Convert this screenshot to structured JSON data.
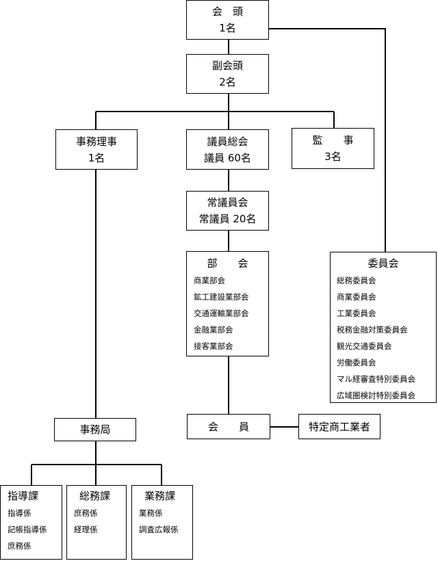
{
  "president": {
    "title": "会　頭",
    "count": "1名"
  },
  "vice_president": {
    "title": "副会頭",
    "count": "2名"
  },
  "managing_director": {
    "title": "事務理事",
    "count": "1名"
  },
  "general_assembly": {
    "title": "議員総会",
    "count": "議員 60名"
  },
  "auditor": {
    "title": "監　　事",
    "count": "3名"
  },
  "standing_assembly": {
    "title": "常議員会",
    "count": "常議員 20名"
  },
  "divisions": {
    "title": "部　　会",
    "items": [
      "商業部会",
      "鉱工建設業部会",
      "交通運輸業部会",
      "金融業部会",
      "接客業部会"
    ]
  },
  "committees": {
    "title": "委員会",
    "items": [
      "総務委員会",
      "商業委員会",
      "工業委員会",
      "税務金融対策委員会",
      "観光交通委員会",
      "労働委員会",
      "マル経審査特別委員会",
      "広域圏検討特別委員会"
    ]
  },
  "members": {
    "title": "会　　員"
  },
  "specified": {
    "title": "特定商工業者"
  },
  "secretariat": {
    "title": "事務局"
  },
  "sections": [
    {
      "title": "指導課",
      "items": [
        "指導係",
        "記帳指導係",
        "庶務係"
      ]
    },
    {
      "title": "総務課",
      "items": [
        "庶務係",
        "経理係"
      ]
    },
    {
      "title": "業務課",
      "items": [
        "業務係",
        "調査広報係"
      ]
    }
  ]
}
